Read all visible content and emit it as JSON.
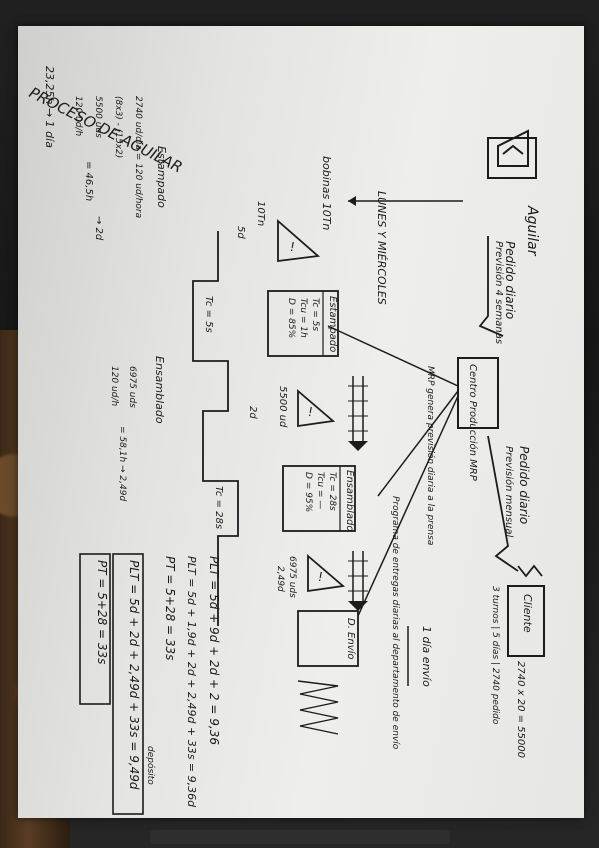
{
  "title": "PROCESO DE AGUILAR",
  "nodes": {
    "aguilar_label": "Aguilar",
    "centro_label": "Centro Producción MRP",
    "cliente_label": "Cliente",
    "lunes_label": "LUNES Y MIÉRCOLES",
    "bobinas_label": "bobinas 10Tn",
    "pedido_top": "Pedido diario",
    "prev_top": "Previsión 4 semanas",
    "pedido_right": "Pedido diario",
    "prev_right": "Previsión mensual",
    "turnos_block": "3 turnos | 5 días | 2740 pedido",
    "demand_calc": "2740 x 20 = 55000",
    "envio_label": "1 día envío",
    "mrp_note_1": "MRP genera previsión diaria a la prensa",
    "mrp_note_2": "Programa de entregas diarias al departamento de envío",
    "diez_tn": "10Tn",
    "cinco_d": "5d"
  },
  "process": {
    "estampado": {
      "name": "Estampado",
      "tc": "Tc = 5s",
      "tcu": "Tcu = 1h",
      "d": "D = 85%"
    },
    "ensamblado": {
      "name": "Ensamblado",
      "tc": "Tc = 28s",
      "tcu": "Tcu = —",
      "d": "D = 95%"
    },
    "despacho": "D. Envío"
  },
  "inventory": {
    "inv2": "5500 ud",
    "inv3": "6975 uds",
    "inv3b": "2,49d",
    "d2": "2d"
  },
  "timeline": {
    "tc1": "Tc = 5s",
    "tc2": "Tc = 28s"
  },
  "calcs": {
    "estampado_head": "Estampado",
    "est_1": "2740 ud/día = 120 ud/hora",
    "est_2": "(8x3) - (15x2)",
    "est_3": "5500 uds",
    "est_4": "120 ud/h",
    "est_5": "= 46,5h",
    "est_6": "→ 2d",
    "est_7": "23,25h → 1 día",
    "ens_head": "Ensamblado",
    "ens_1": "6975 uds",
    "ens_2": "120 ud/h",
    "ens_3": "= 58,1h → 2,49d"
  },
  "formulas": {
    "plt1": "PLT = 5d + 9d + 2d + 2 = 9,36",
    "plt2": "PLT = 5d + 1,9d + 2d + 2,49d + 33s = 9,36d",
    "pt1": "PT = 5+28 = 33s",
    "deposito": "depósito",
    "plt3": "PLT = 5d + 2d + 2,49d + 33s = 9,49d",
    "pt2": "PT = 5+28 = 33s"
  }
}
